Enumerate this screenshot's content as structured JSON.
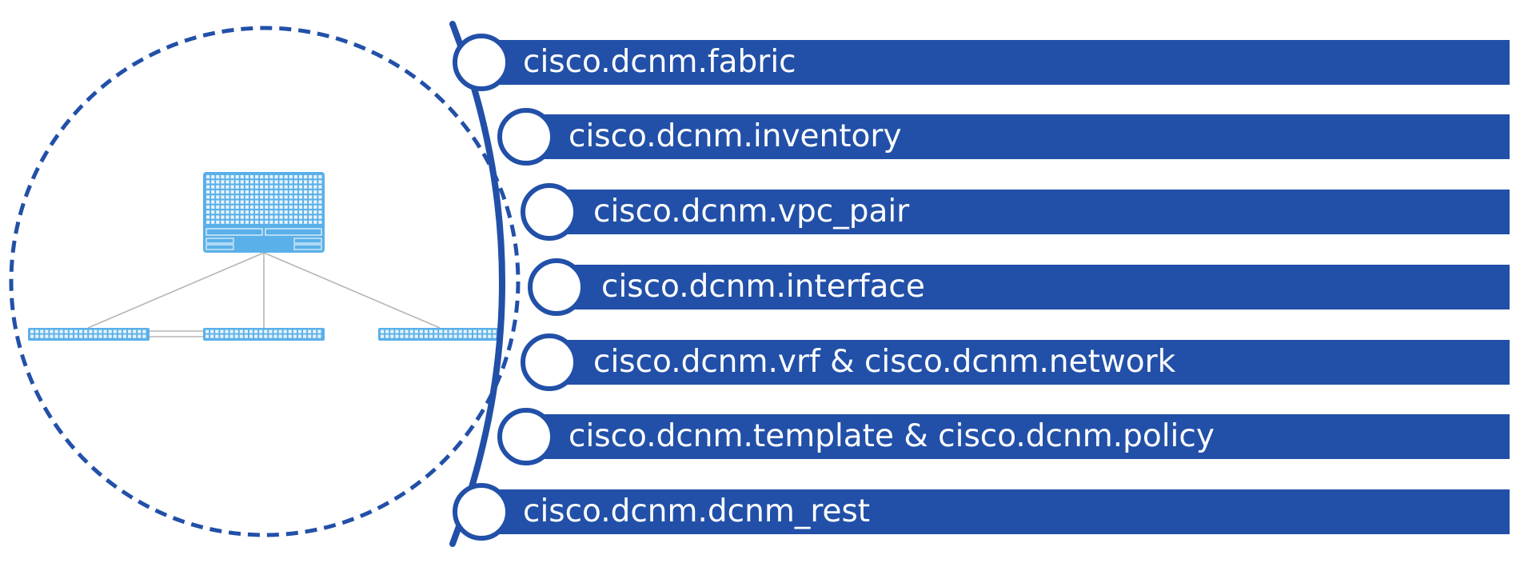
{
  "modules": [
    "cisco.dcnm.fabric",
    "cisco.dcnm.inventory",
    "cisco.dcnm.vpc_pair",
    "cisco.dcnm.interface",
    "cisco.dcnm.vrf & cisco.dcnm.network",
    "cisco.dcnm.template & cisco.dcnm.policy",
    "cisco.dcnm.dcnm_rest"
  ],
  "colors": {
    "accent": "#2250a8",
    "device": "#5ab0e8",
    "device_grid": "#e6f3fc",
    "link": "#b5b5b5"
  },
  "icons": [
    "switch-icon",
    "leaf-switch-icon"
  ]
}
